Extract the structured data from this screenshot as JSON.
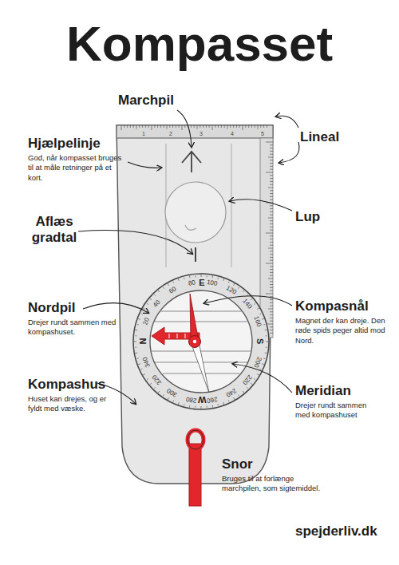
{
  "diagram": {
    "title": "Kompasset",
    "labels": [
      "Marchpil",
      "Hjælpelinje",
      "God, når kompasset bruges til at måle retninger på et kort.",
      "Lineal",
      "Lup",
      "Aflæs gradtal",
      "Nordpil",
      "Drejer rundt sammen med kompashuset.",
      "Kompasnål",
      "Magnet der kan dreje. Den røde spids peger altid mod Nord.",
      "Kompashus",
      "Huset kan drejes, og er fyldt med væske.",
      "Meridian",
      "Drejer rundt sammen med kompashuset",
      "Snor",
      "Bruges til at forlænge marchpilen, som sigtemiddel.",
      "spejderliv.dk",
      "1",
      "2",
      "3",
      "4",
      "5",
      "20",
      "40",
      "60",
      "80",
      "E",
      "100",
      "120",
      "140",
      "160",
      "S",
      "200",
      "220",
      "240",
      "260",
      "W",
      "280",
      "300",
      "320",
      "340",
      "N"
    ]
  }
}
